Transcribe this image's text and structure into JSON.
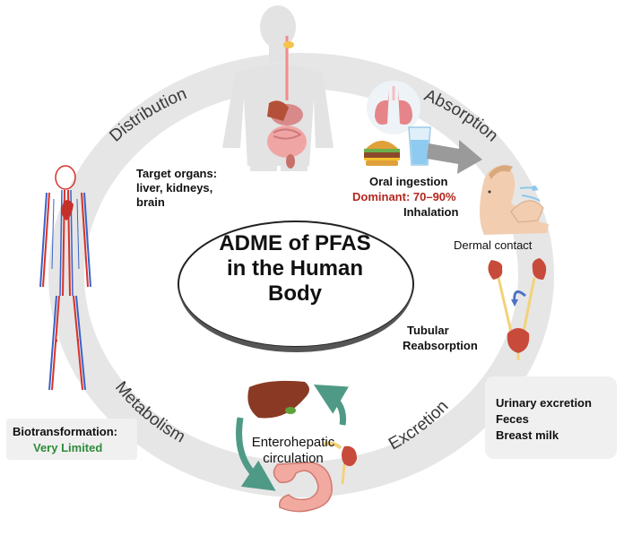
{
  "title": "ADME of PFAS in the Human Body",
  "title_lines": [
    "ADME of PFAS",
    "in the Human",
    "Body"
  ],
  "stages": {
    "distribution": "Distribution",
    "absorption": "Absorption",
    "metabolism": "Metabolism",
    "excretion": "Excretion"
  },
  "distribution": {
    "target_lines": [
      "Target organs:",
      "liver, kidneys,",
      "brain"
    ]
  },
  "absorption": {
    "oral": "Oral ingestion",
    "dominant": "Dominant: 70–90%",
    "inhalation": "Inhalation",
    "dermal": "Dermal contact"
  },
  "excretion": {
    "tubular_lines": [
      "Tubular",
      "Reabsorption"
    ],
    "routes": [
      "Urinary excretion",
      "Feces",
      "Breast milk"
    ]
  },
  "metabolism": {
    "biotransformation_label": "Biotransformation:",
    "biotransformation_value": "Very Limited",
    "enterohepatic_lines": [
      "Enterohepatic",
      "circulation"
    ]
  },
  "colors": {
    "ring": "#e6e6e6",
    "dominant": "#b3261e",
    "very_limited": "#2e8b3a",
    "arrow_teal": "#4f9a86",
    "artery": "#d8322a",
    "vein": "#3b63c8"
  },
  "icons": [
    "human-body-icon",
    "lungs-icon",
    "burger-icon",
    "water-glass-icon",
    "face-spray-icon",
    "kidney-icon",
    "bladder-icon",
    "liver-icon",
    "intestine-icon",
    "circulatory-system-icon"
  ]
}
